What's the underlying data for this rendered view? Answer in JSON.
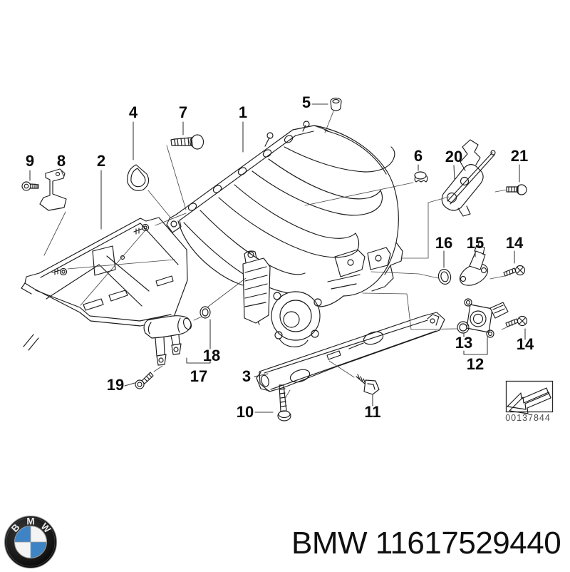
{
  "diagram": {
    "callouts": {
      "c1": "1",
      "c2": "2",
      "c3": "3",
      "c4": "4",
      "c5": "5",
      "c6": "6",
      "c7": "7",
      "c8": "8",
      "c9": "9",
      "c10": "10",
      "c11": "11",
      "c12": "12",
      "c13": "13",
      "c14a": "14",
      "c14b": "14",
      "c15": "15",
      "c16": "16",
      "c17": "17",
      "c18": "18",
      "c19": "19",
      "c20": "20",
      "c21": "21"
    },
    "stamp_code": "00137844"
  },
  "footer": {
    "caption": "BMW 11617529440",
    "logo": {
      "b": "B",
      "m": "M",
      "w": "W"
    }
  },
  "colors": {
    "line": "#1c1c1c",
    "leader": "#3c3c3c",
    "label": "#0b0b0b",
    "stamp_text": "#4a4a4a",
    "bmw_blue": "#3e83c4",
    "roundel_ring": "#151515",
    "background": "#ffffff"
  }
}
